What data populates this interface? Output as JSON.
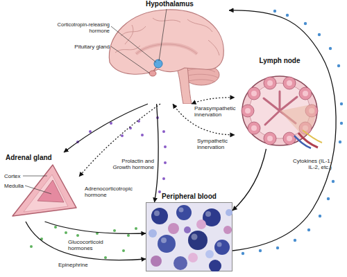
{
  "diagram": {
    "nodes": [
      {
        "text": [
          "Hypothalamus"
        ]
      },
      {
        "text": [
          "Lymph node"
        ]
      },
      {
        "text": [
          "Adrenal gland"
        ]
      },
      {
        "text": [
          "Peripheral blood"
        ]
      }
    ],
    "edges": [
      {
        "from": 0,
        "to": 2,
        "label": "Adrenocorticotropic hormone",
        "arrow": "to"
      },
      {
        "from": 0,
        "to": 3,
        "label": "Prolactin and Growth hormone",
        "arrow": "to"
      },
      {
        "from": 0,
        "to": 1,
        "label": "Parasympathetic innervation",
        "arrow": "both"
      },
      {
        "from": 0,
        "to": 1,
        "label": "Sympathetic innervation",
        "arrow": "both"
      },
      {
        "from": 0,
        "to": 2,
        "arrow": "to"
      },
      {
        "from": 2,
        "to": 3,
        "label": "Glucocorticoid hormones",
        "arrow": "to"
      },
      {
        "from": 2,
        "to": 3,
        "label": "Epinephrine",
        "arrow": "to"
      },
      {
        "from": 1,
        "to": 3,
        "arrow": "to"
      },
      {
        "from": 3,
        "to": 0,
        "label": "Cytokines (IL-1, IL-2, etc.)",
        "arrow": "to"
      }
    ],
    "labels": [
      "Corticotropin-releasing hormone",
      "Pituitary gland",
      "Cortex",
      "Medulla"
    ]
  }
}
